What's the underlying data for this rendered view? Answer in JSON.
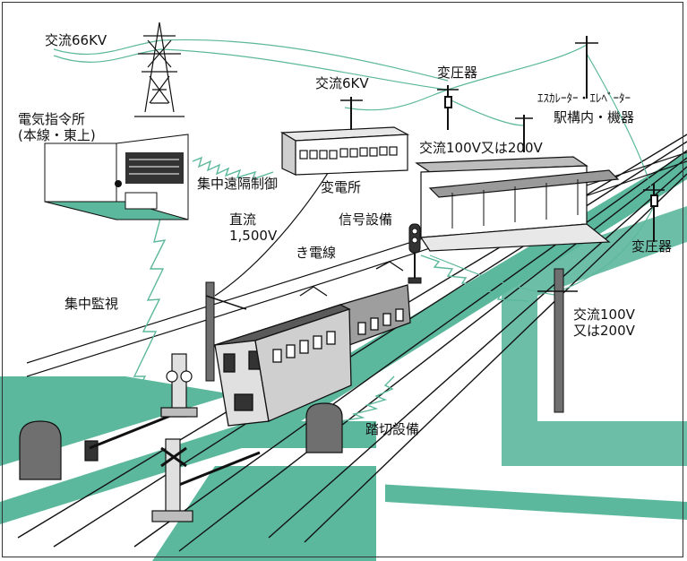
{
  "labels": {
    "ac66kv": "交流66KV",
    "ac6kv": "交流6KV",
    "transformer_top": "変圧器",
    "escalator": "ｴｽｶﾚｰﾀｰ・ｴﾚﾍﾞｰﾀｰ",
    "station_equipment": "駅構内・機器",
    "command_center": "電気指令所\n(本線・東上)",
    "ac100_200": "交流100V又は200V",
    "remote_control": "集中遠隔制御",
    "substation": "変電所",
    "dc1500": "直流\n1,500V",
    "signal_equipment": "信号設備",
    "catenary": "き電線",
    "transformer_right": "変圧器",
    "monitoring": "集中監視",
    "ac100_200_right": "交流100V\n又は200V",
    "crossing_equipment": "踏切設備"
  },
  "colors": {
    "green": "#5cb89c",
    "line": "#111111",
    "gray": "#6f6f6f",
    "lightgray": "#cfcfcf"
  }
}
